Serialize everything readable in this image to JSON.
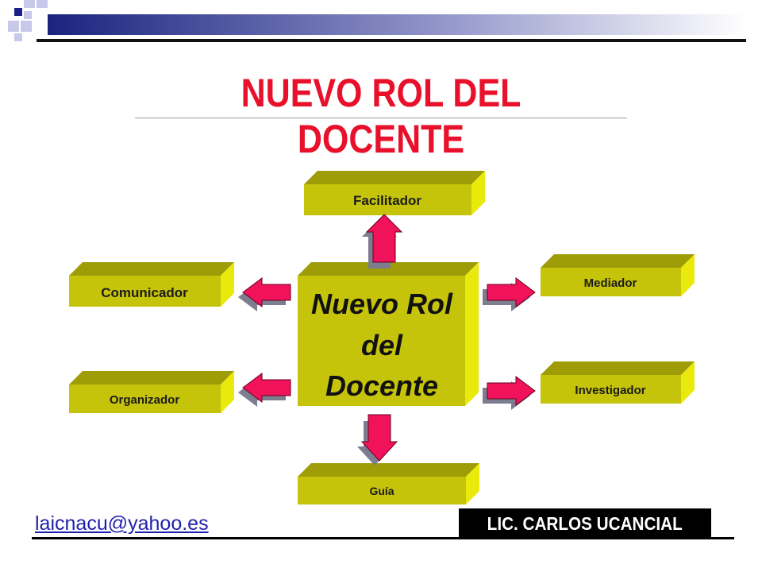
{
  "slide": {
    "title": "NUEVO ROL DEL DOCENTE",
    "email": "laicnacu@yahoo.es",
    "author": "LIC. CARLOS UCANCIAL"
  },
  "diagram": {
    "center": {
      "lines": [
        "Nuevo Rol",
        "del",
        "Docente"
      ]
    },
    "roles": {
      "top": "Facilitador",
      "left_top": "Comunicador",
      "left_bottom": "Organizador",
      "right_top": "Mediador",
      "right_bottom": "Investigador",
      "bottom": "Guía"
    }
  },
  "colors": {
    "title_red": "#e8102a",
    "box_front": "#c5c30a",
    "box_top": "#9e9d08",
    "box_side": "#e9e90c",
    "arrow_pink": "#f0125a",
    "link_blue": "#1f1fae",
    "header_navy": "#1a237e"
  }
}
